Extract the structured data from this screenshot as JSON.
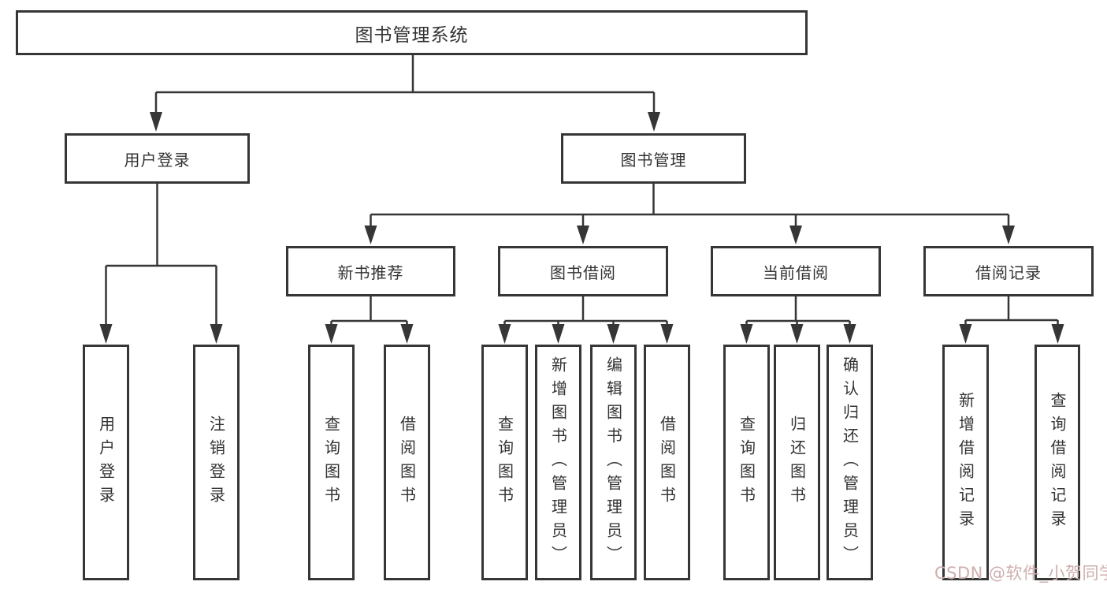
{
  "diagram": {
    "root_label": "图书管理系统",
    "level1": [
      "用户登录",
      "图书管理"
    ],
    "level2": [
      "新书推荐",
      "图书借阅",
      "当前借阅",
      "借阅记录"
    ],
    "leaves_user": [
      "用户登录",
      "注销登录"
    ],
    "leaves_newbook": [
      "查询图书",
      "借阅图书"
    ],
    "leaves_borrow": [
      "查询图书",
      "新增图书（管理员）",
      "编辑图书（管理员）",
      "借阅图书"
    ],
    "leaves_current": [
      "查询图书",
      "归还图书",
      "确认归还（管理员）"
    ],
    "leaves_records": [
      "新增借阅记录",
      "查询借阅记录"
    ],
    "watermark": "CSDN @软件_小贺同学"
  },
  "colors": {
    "line": "#363636",
    "text": "#333333",
    "watermark": "#cfaeae",
    "background": "#ffffff"
  }
}
